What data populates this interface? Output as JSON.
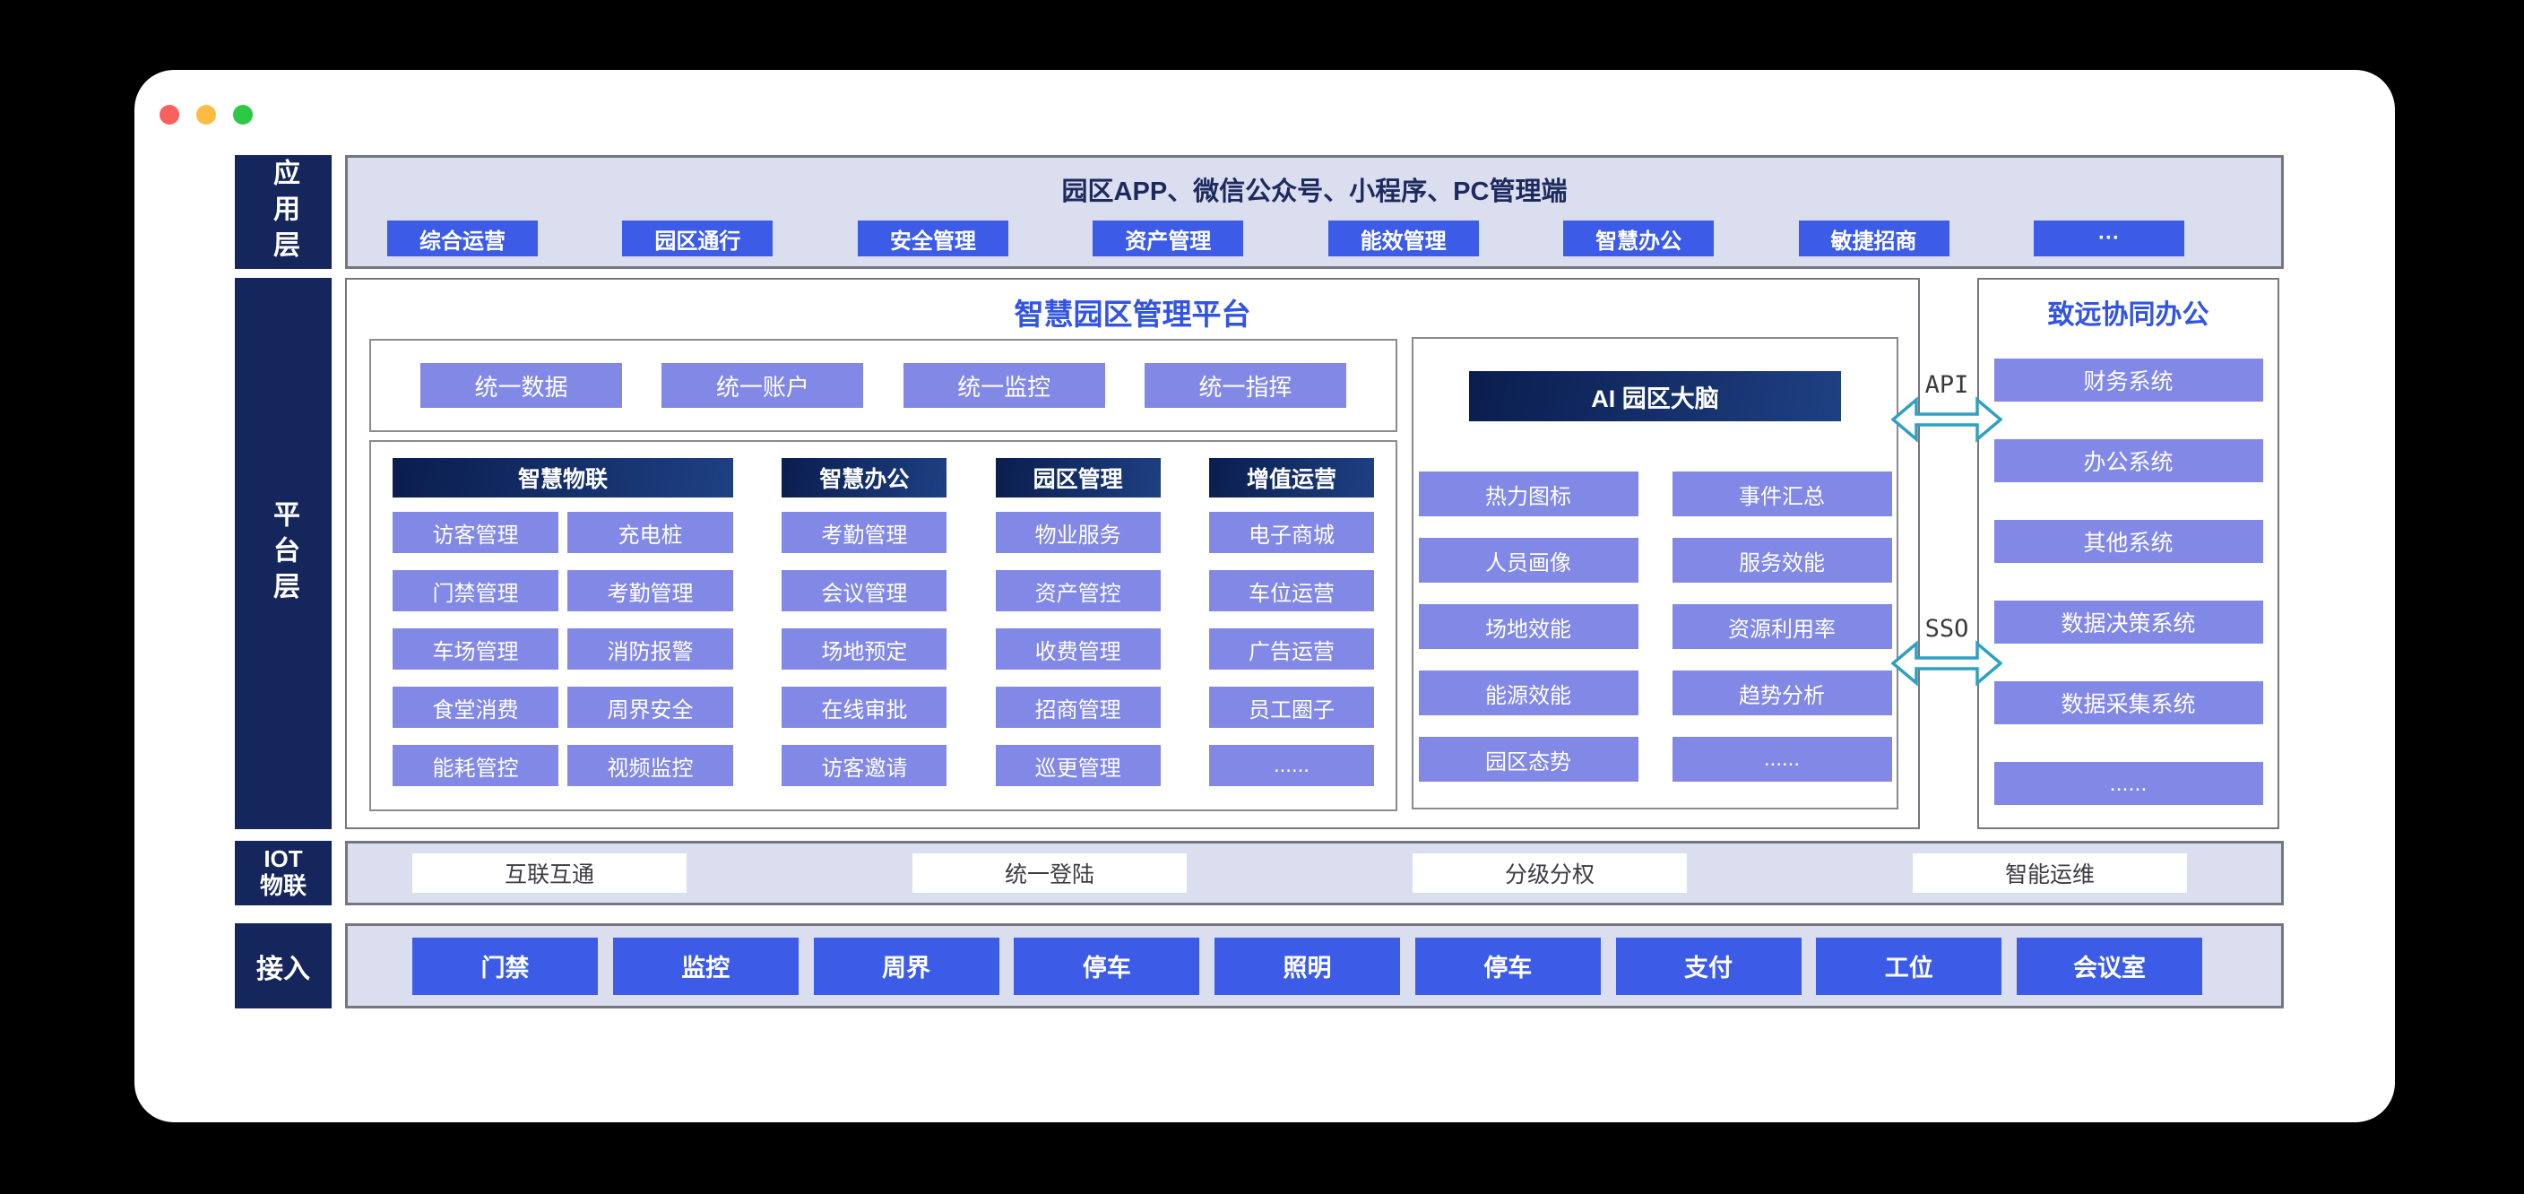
{
  "window": {
    "traffic_lights": [
      "#f9615c",
      "#fdbc40",
      "#2cc944"
    ]
  },
  "layers": {
    "app": {
      "label": "应用层"
    },
    "platform": {
      "label": "平台层"
    },
    "iot": {
      "label_line1": "IOT",
      "label_line2": "物联"
    },
    "access": {
      "label": "接入"
    }
  },
  "app_layer": {
    "title": "园区APP、微信公众号、小程序、PC管理端",
    "buttons": [
      "综合运营",
      "园区通行",
      "安全管理",
      "资产管理",
      "能效管理",
      "智慧办公",
      "敏捷招商",
      "···"
    ]
  },
  "platform_layer": {
    "main_title": "智慧园区管理平台",
    "unified_row": [
      "统一数据",
      "统一账户",
      "统一监控",
      "统一指挥"
    ],
    "groups": [
      {
        "header": "智慧物联",
        "columns": [
          [
            "访客管理",
            "门禁管理",
            "车场管理",
            "食堂消费",
            "能耗管控"
          ],
          [
            "充电桩",
            "考勤管理",
            "消防报警",
            "周界安全",
            "视频监控"
          ]
        ]
      },
      {
        "header": "智慧办公",
        "columns": [
          [
            "考勤管理",
            "会议管理",
            "场地预定",
            "在线审批",
            "访客邀请"
          ]
        ]
      },
      {
        "header": "园区管理",
        "columns": [
          [
            "物业服务",
            "资产管控",
            "收费管理",
            "招商管理",
            "巡更管理"
          ]
        ]
      },
      {
        "header": "增值运营",
        "columns": [
          [
            "电子商城",
            "车位运营",
            "广告运营",
            "员工圈子",
            "......"
          ]
        ]
      }
    ],
    "ai_panel": {
      "header": "AI 园区大脑",
      "items": [
        "热力图标",
        "事件汇总",
        "人员画像",
        "服务效能",
        "场地效能",
        "资源利用率",
        "能源效能",
        "趋势分析",
        "园区态势",
        "......"
      ]
    }
  },
  "right_panel": {
    "title": "致远协同办公",
    "items": [
      "财务系统",
      "办公系统",
      "其他系统",
      "数据决策系统",
      "数据采集系统",
      "......"
    ]
  },
  "connectors": [
    {
      "label": "API"
    },
    {
      "label": "SSO"
    }
  ],
  "iot_layer": {
    "items": [
      "互联互通",
      "统一登陆",
      "分级分权",
      "智能运维"
    ]
  },
  "access_layer": {
    "items": [
      "门禁",
      "监控",
      "周界",
      "停车",
      "照明",
      "停车",
      "支付",
      "工位",
      "会议室"
    ]
  },
  "colors": {
    "navy": "#14265c",
    "lavender_strip": "#dbdeef",
    "vivid_blue": "#3c5ce8",
    "purple": "#8288e6",
    "title_blue": "#3254e2",
    "header_gradient_start": "#0a1d4e",
    "header_gradient_end": "#1e4082",
    "connector_arrow": "#2fa0c4"
  }
}
